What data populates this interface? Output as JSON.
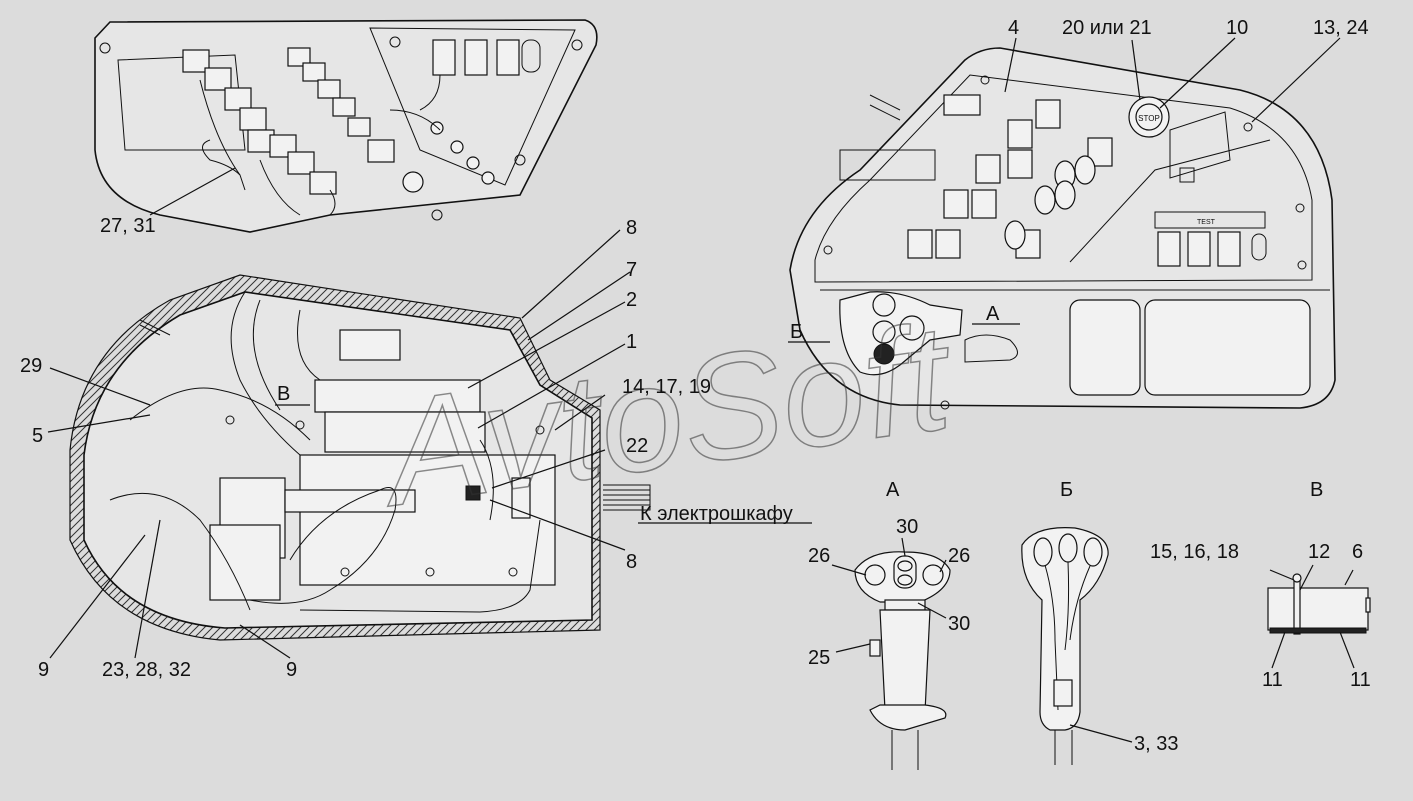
{
  "watermark": "AvtoSoft",
  "callouts": {
    "c27_31": "27, 31",
    "c8a": "8",
    "c7": "7",
    "c2": "2",
    "c1": "1",
    "c14_17_19": "14, 17, 19",
    "c22": "22",
    "c8b": "8",
    "c29": "29",
    "c5": "5",
    "c9a": "9",
    "c23_28_32": "23, 28, 32",
    "c9b": "9",
    "c4": "4",
    "c20_21": "20 или 21",
    "c10": "10",
    "c13_24": "13, 24",
    "c30a": "30",
    "c26a": "26",
    "c26b": "26",
    "c30b": "30",
    "c25": "25",
    "c3_33": "3, 33",
    "c15_16_18": "15, 16, 18",
    "c12": "12",
    "c6": "6",
    "c11a": "11",
    "c11b": "11"
  },
  "view_marks": {
    "v_arrow": "В",
    "b_arrow": "Б",
    "a_arrow": "А",
    "to_cabinet": "К электрошкафу",
    "view_a_title": "А",
    "view_b_title": "Б",
    "view_v_title": "В"
  },
  "panel_marks": {
    "stop_label": "STOP",
    "test_label": "TEST"
  }
}
